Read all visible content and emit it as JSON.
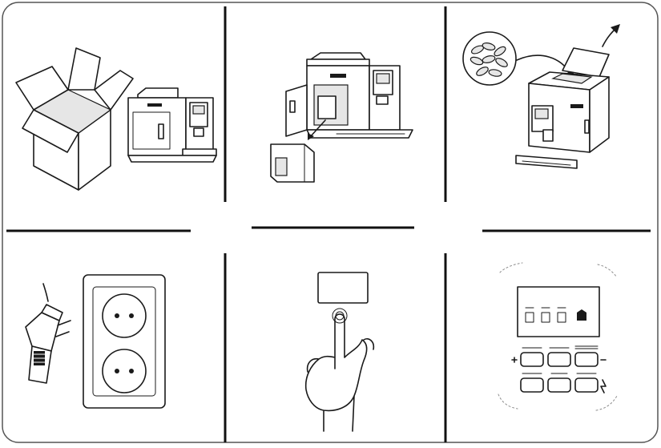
{
  "colors": {
    "stroke": "#1a1a1a",
    "frame": "#555555",
    "fill_light": "#f2f2f2",
    "fill_mid": "#d9d9d9"
  },
  "panels": [
    {
      "id": "unbox",
      "icons": [
        "box-icon",
        "coffee-machine-icon"
      ]
    },
    {
      "id": "water-tank",
      "icons": [
        "coffee-machine-open-door-icon",
        "water-tank-icon"
      ]
    },
    {
      "id": "beans",
      "icons": [
        "coffee-beans-icon",
        "coffee-machine-lid-open-icon"
      ]
    },
    {
      "id": "power",
      "icons": [
        "power-plug-icon",
        "wall-socket-icon"
      ]
    },
    {
      "id": "switch-on",
      "icons": [
        "power-switch-icon",
        "hand-pointing-icon"
      ]
    },
    {
      "id": "control-panel",
      "icons": [
        "display-icon",
        "panel-buttons-icon"
      ]
    }
  ]
}
